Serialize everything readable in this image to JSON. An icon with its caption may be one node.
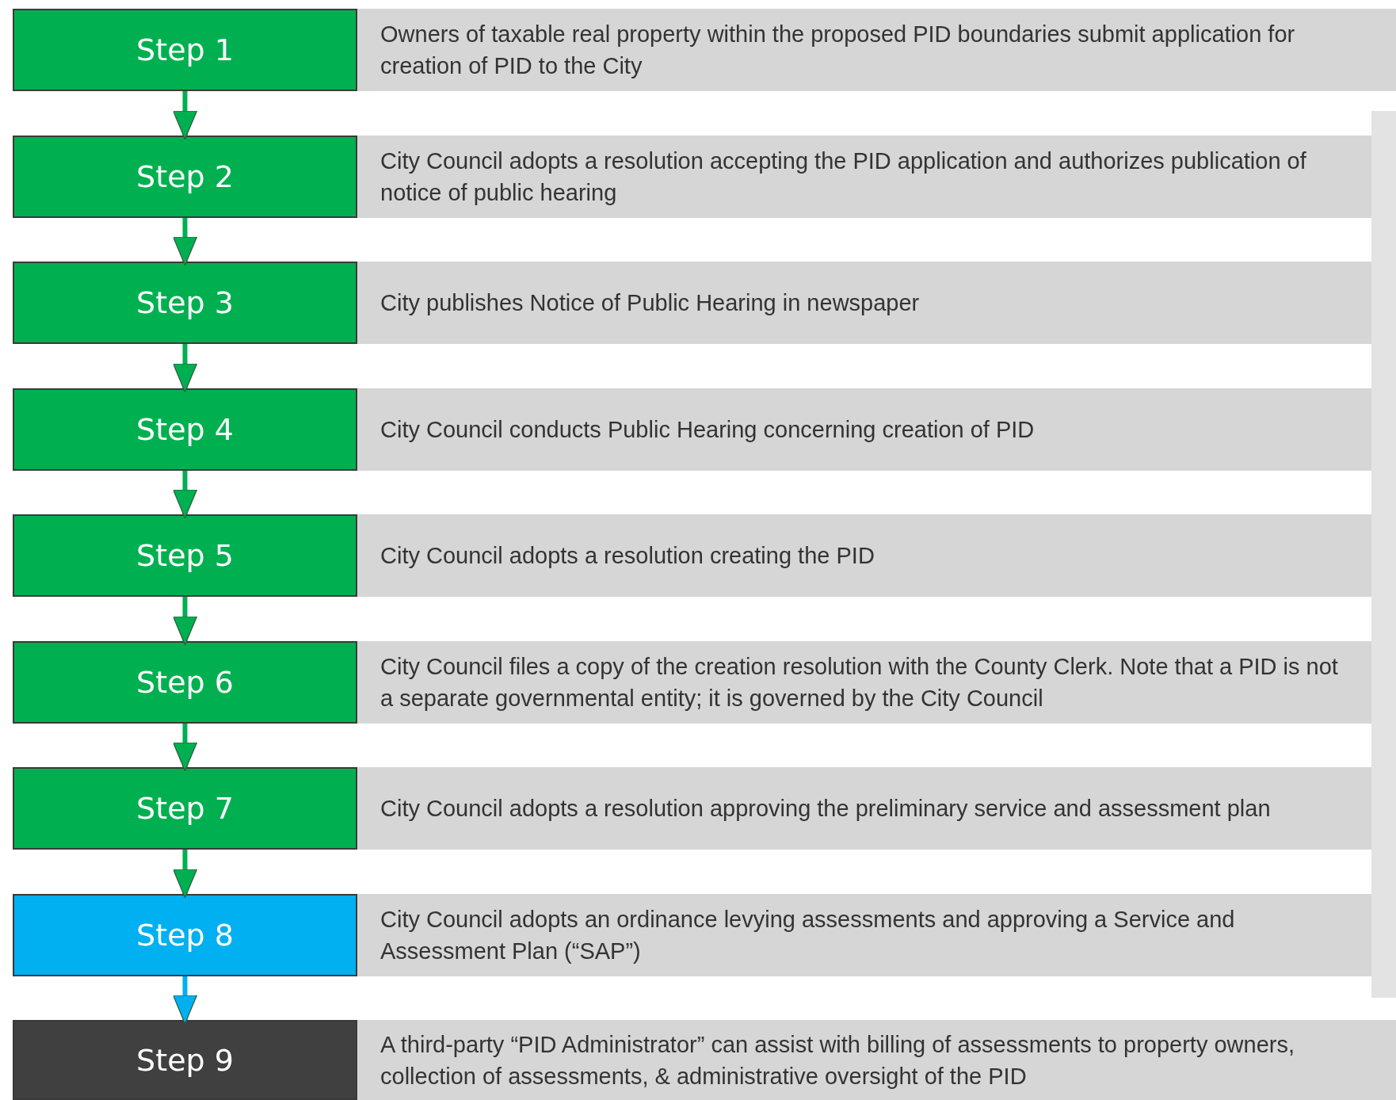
{
  "diagram": {
    "nodes": [
      {
        "text": [
          "Step 1"
        ]
      },
      {
        "text": [
          "Owners of taxable real property within the proposed PID boundaries submit application for creation of PID to the City"
        ]
      },
      {
        "text": [
          "Step 2"
        ]
      },
      {
        "text": [
          "City Council adopts a resolution accepting the PID application and authorizes publication of notice of public hearing"
        ]
      },
      {
        "text": [
          "Step 3"
        ]
      },
      {
        "text": [
          "City publishes Notice of Public Hearing in newspaper"
        ]
      },
      {
        "text": [
          "Step 4"
        ]
      },
      {
        "text": [
          "City Council conducts Public Hearing concerning creation of PID"
        ]
      },
      {
        "text": [
          "Step 5"
        ]
      },
      {
        "text": [
          "City Council adopts a resolution creating the PID"
        ]
      },
      {
        "text": [
          "Step 6"
        ]
      },
      {
        "text": [
          "City Council files a copy of the creation resolution with the County Clerk.  Note that a PID is not a separate governmental entity; it is governed by the City Council"
        ]
      },
      {
        "text": [
          "Step 7"
        ]
      },
      {
        "text": [
          "City Council adopts a resolution approving the preliminary service and assessment plan"
        ]
      },
      {
        "text": [
          "Step 8"
        ]
      },
      {
        "text": [
          "City Council adopts an ordinance levying assessments and approving a Service and Assessment Plan (“SAP”)"
        ]
      },
      {
        "text": [
          "Step 9"
        ]
      },
      {
        "text": [
          "A third-party “PID Administrator” can assist with billing of assessments to property owners, collection of assessments, & administrative oversight of the PID"
        ]
      },
      {
        "text": [],
        "shape": "bar"
      }
    ],
    "edges": [
      {
        "from": 0,
        "to": 2,
        "arrow": "to"
      },
      {
        "from": 2,
        "to": 4,
        "arrow": "to"
      },
      {
        "from": 4,
        "to": 6,
        "arrow": "to"
      },
      {
        "from": 6,
        "to": 8,
        "arrow": "to"
      },
      {
        "from": 8,
        "to": 10,
        "arrow": "to"
      },
      {
        "from": 10,
        "to": 12,
        "arrow": "to"
      },
      {
        "from": 12,
        "to": 14,
        "arrow": "to"
      },
      {
        "from": 14,
        "to": 16,
        "arrow": "to",
        "color": "#00b0f0"
      }
    ]
  }
}
